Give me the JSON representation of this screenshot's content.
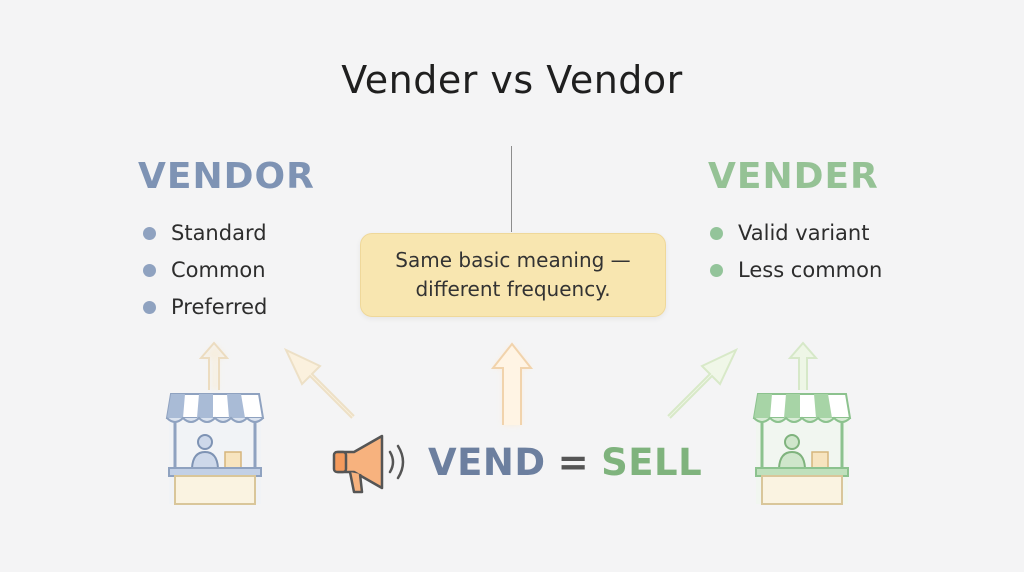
{
  "title": "Vender vs Vendor",
  "left": {
    "heading": "VENDOR",
    "items": [
      "Standard",
      "Common",
      "Preferred"
    ]
  },
  "right": {
    "heading": "VENDER",
    "items": [
      "Valid variant",
      "Less common"
    ]
  },
  "note": {
    "line1": "Same basic meaning —",
    "line2": "different frequency."
  },
  "equation": {
    "word1": "VEND",
    "operator": "=",
    "word2": "SELL"
  },
  "colors": {
    "vendor": "#7e93b4",
    "vender": "#95c295",
    "note_bg": "#f8e6b0",
    "megaphone": "#f5a36b",
    "arrow": "#f6e7c4"
  },
  "icons": [
    "market-stall-icon",
    "megaphone-icon",
    "up-arrow-icon",
    "diagonal-arrow-icon"
  ]
}
